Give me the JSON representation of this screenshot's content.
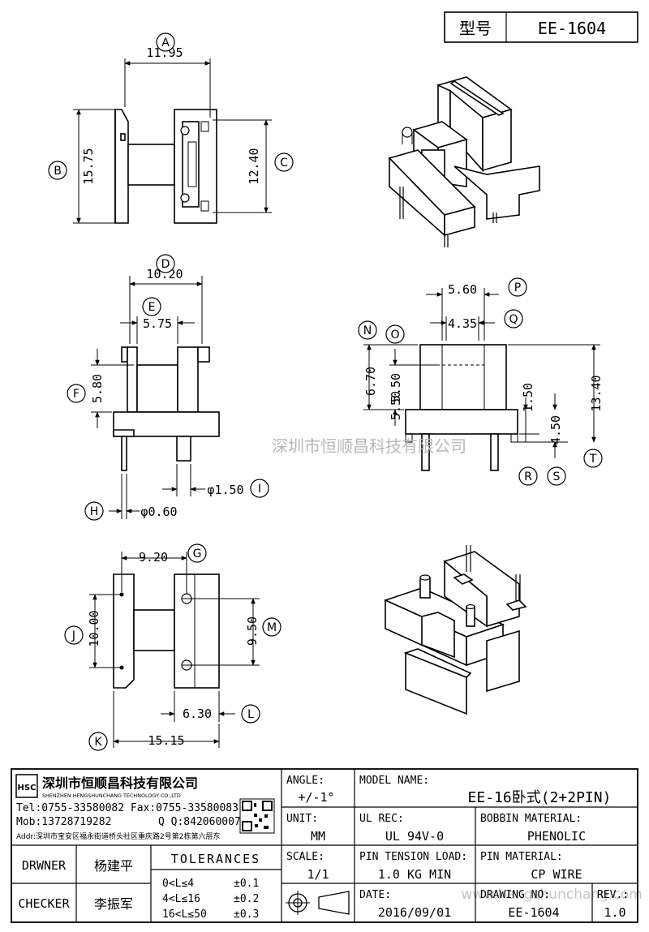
{
  "header": {
    "model_label": "型号",
    "model_value": "EE-1604"
  },
  "circle_labels": {
    "A": "A",
    "B": "B",
    "C": "C",
    "D": "D",
    "E": "E",
    "F": "F",
    "G": "G",
    "H": "H",
    "I": "I",
    "J": "J",
    "K": "K",
    "L": "L",
    "M": "M",
    "N": "N",
    "O": "O",
    "P": "P",
    "Q": "Q",
    "R": "R",
    "S": "S",
    "T": "T"
  },
  "dimensions": {
    "A": "11.95",
    "B": "15.75",
    "C": "12.40",
    "D": "10.20",
    "E": "5.75",
    "F": "5.80",
    "I": "φ1.50",
    "H": "φ0.60",
    "G": "9.20",
    "J": "10.00",
    "M": "9.50",
    "L": "6.30",
    "K": "15.15",
    "P": "5.60",
    "Q": "4.35",
    "N": "6.70",
    "O": "5.50",
    "R": "1.50",
    "S": "4.50",
    "T": "13.40"
  },
  "watermark": {
    "company": "深圳市恒顺昌科技有限公司",
    "url": "www.hengshunchang.com"
  },
  "company": {
    "logo_text": "HSC",
    "name_cn": "深圳市恒顺昌科技有限公司",
    "name_en": "SHENZHEN HENGSHUNCHANG TECHNOLOGY CO.,LTD",
    "tel": "Tel:0755-33580082 Fax:0755-33580083",
    "mob": "Mob:13728719282",
    "qq": "Q  Q:842060007",
    "addr": "Addr:深圳市宝安区福永街道桥头社区重庆路2号第2栋第六层东"
  },
  "title_block": {
    "angle_label": "ANGLE:",
    "angle_value": "+/-1°",
    "unit_label": "UNIT:",
    "unit_value": "MM",
    "scale_label": "SCALE:",
    "scale_value": "1/1",
    "model_name_label": "MODEL NAME:",
    "model_name_value": "EE-16卧式(2+2PIN)",
    "ul_rec_label": "UL REC:",
    "ul_rec_value": "UL 94V-0",
    "bobbin_label": "BOBBIN MATERIAL:",
    "bobbin_value": "PHENOLIC",
    "pin_tension_label": "PIN TENSION LOAD:",
    "pin_tension_value": "1.0 KG MIN",
    "pin_material_label": "PIN MATERIAL:",
    "pin_material_value": "CP WIRE",
    "date_label": "DATE:",
    "date_value": "2016/09/01",
    "drawing_no_label": "DRAWING NO:",
    "drawing_no_value": "EE-1604",
    "rev_label": "REV.:",
    "rev_value": "1.0",
    "drawer_label": "DRWNER",
    "drawer_value": "杨建平",
    "checker_label": "CHECKER",
    "checker_value": "李振军",
    "tolerances_label": "TOLERANCES",
    "tol1_range": "0<L≤4",
    "tol1_value": "±0.1",
    "tol2_range": "4<L≤16",
    "tol2_value": "±0.2",
    "tol3_range": "16<L≤50",
    "tol3_value": "±0.3"
  }
}
